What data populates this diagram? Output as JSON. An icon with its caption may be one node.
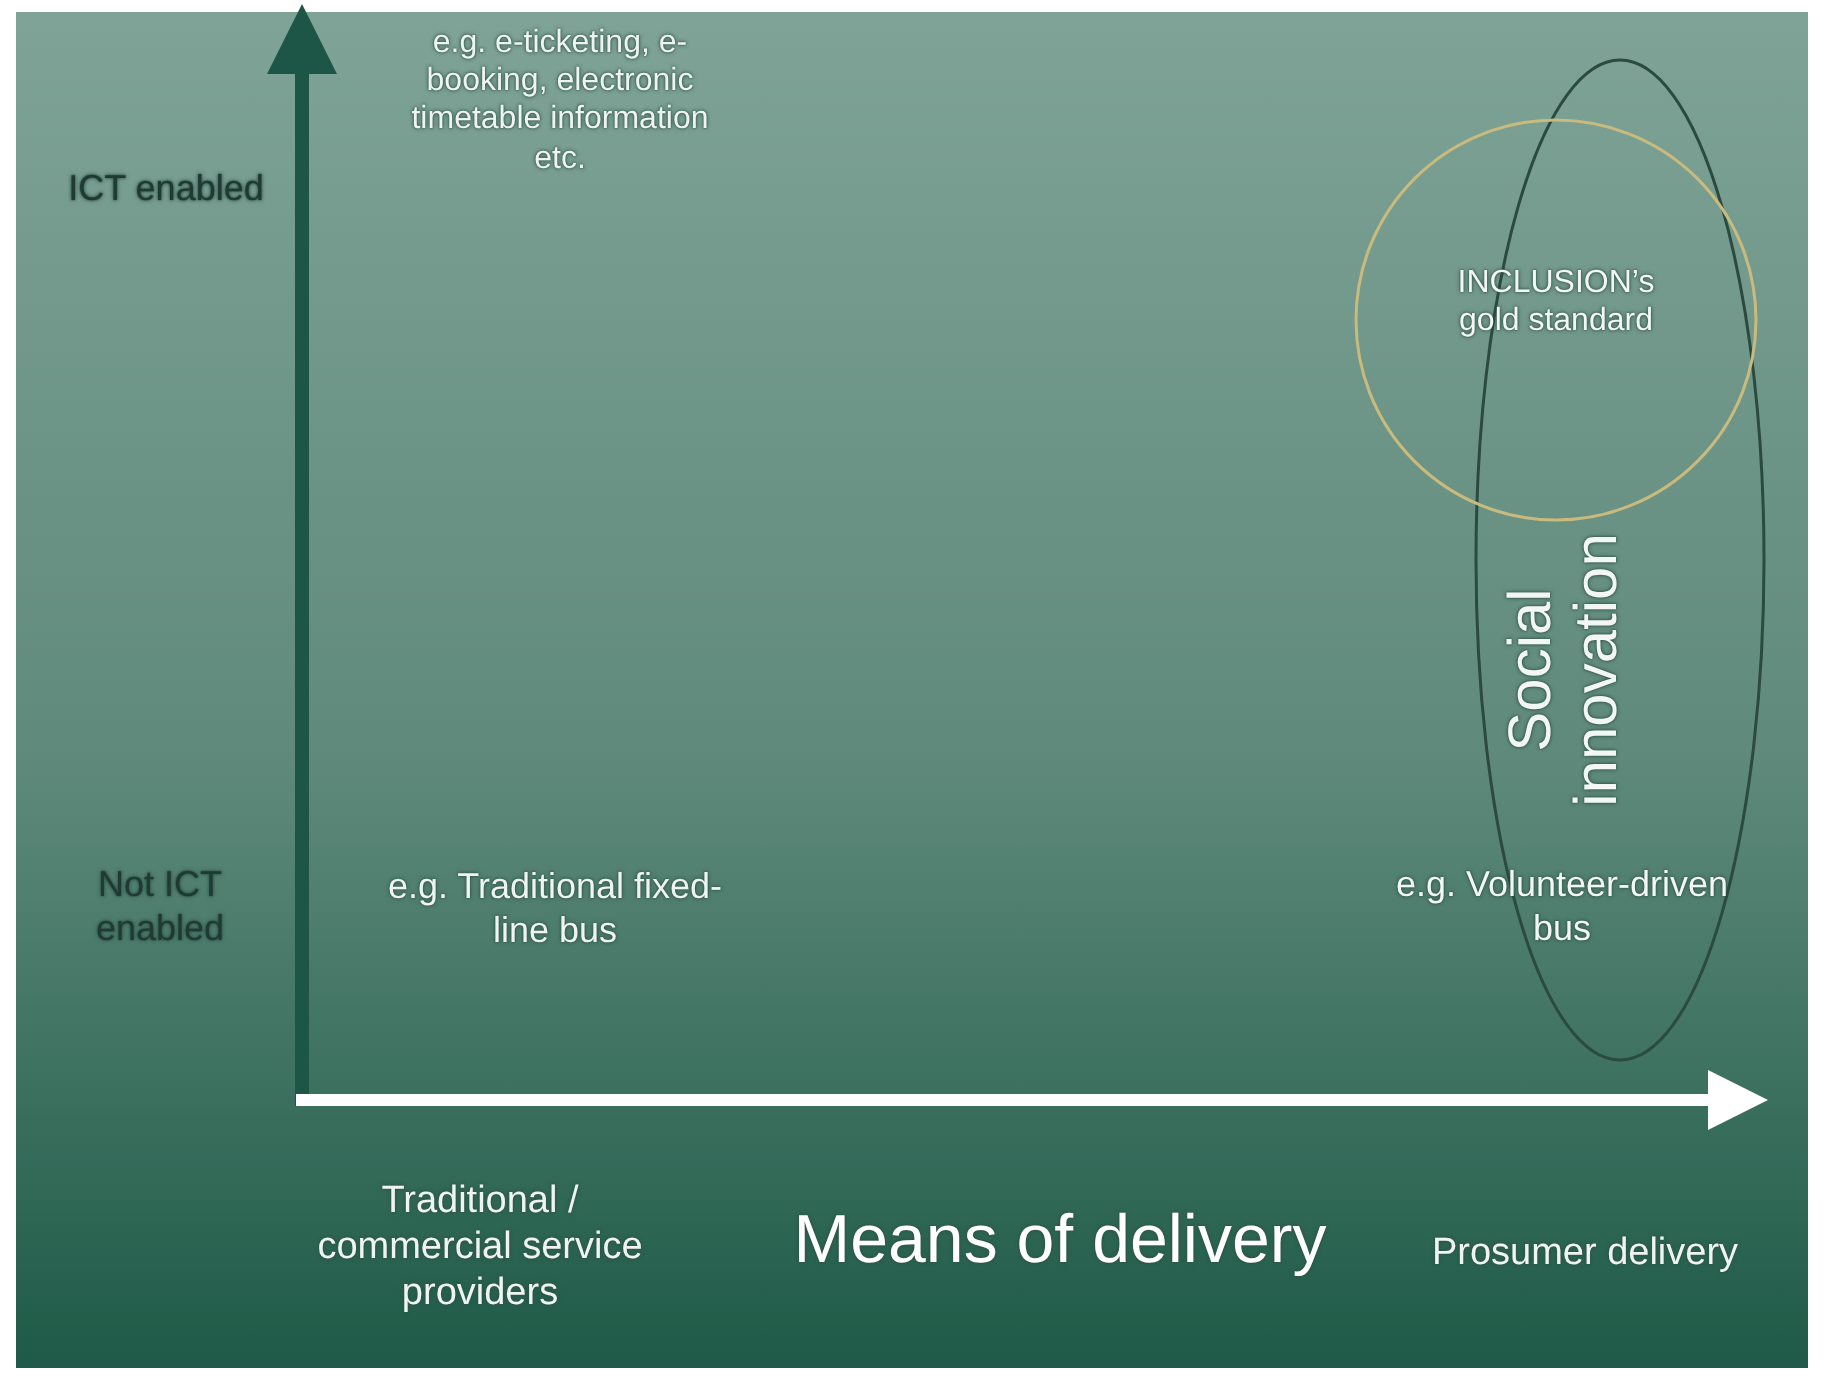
{
  "diagram": {
    "nodes": [
      {
        "text": [
          "Social innovation",
          "e.g. Volunteer-driven bus"
        ]
      },
      {
        "text": [
          "INCLUSION’s gold standard"
        ]
      }
    ],
    "labels": [
      "ICT enabled",
      "e.g. e-ticketing, e-booking, electronic timetable information etc.",
      "Not ICT enabled",
      "e.g. Traditional fixed-line bus",
      "Traditional / commercial service providers",
      "Means of delivery",
      "Prosumer delivery"
    ]
  }
}
